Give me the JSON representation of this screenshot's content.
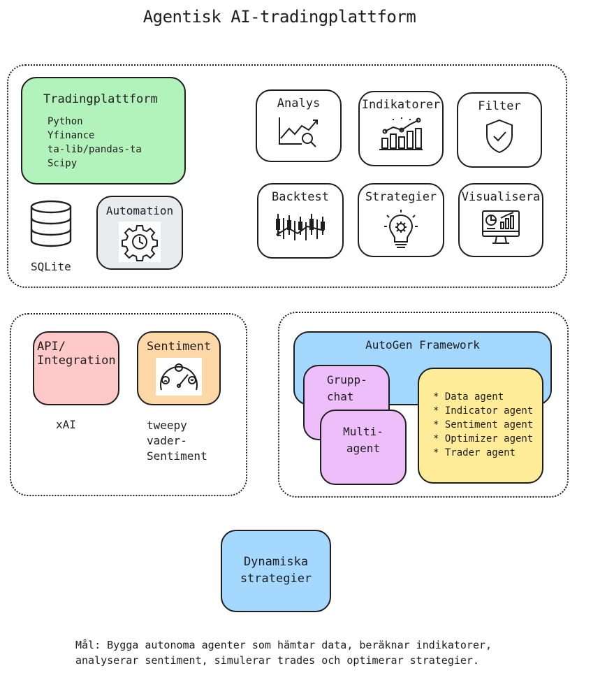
{
  "title": "Agentisk AI-tradingplattform",
  "platform": {
    "card_title": "Tradingplattform",
    "libs": [
      "Python",
      "Yfinance",
      "ta-lib/pandas-ta",
      "Scipy"
    ],
    "db_label": "SQLite",
    "automation_label": "Automation",
    "features": [
      {
        "label": "Analys",
        "icon": "chart-magnifier-icon"
      },
      {
        "label": "Indikatorer",
        "icon": "bar-chart-icon"
      },
      {
        "label": "Filter",
        "icon": "shield-check-icon"
      },
      {
        "label": "Backtest",
        "icon": "candlestick-icon"
      },
      {
        "label": "Strategier",
        "icon": "lightbulb-gear-icon"
      },
      {
        "label": "Visualisera",
        "icon": "monitor-dashboard-icon"
      }
    ]
  },
  "integration": {
    "api_label_1": "API/",
    "api_label_2": "Integration",
    "api_caption": "xAI",
    "sentiment_label": "Sentiment",
    "sentiment_caption": [
      "tweepy",
      "vader-",
      "Sentiment"
    ]
  },
  "autogen": {
    "framework_label": "AutoGen Framework",
    "groupchat": [
      "Grupp-",
      "chat"
    ],
    "multiagent": [
      "Multi-",
      "agent"
    ],
    "agents": [
      "* Data agent",
      "* Indicator agent",
      "* Sentiment agent",
      "* Optimizer agent",
      "* Trader agent"
    ]
  },
  "result": [
    "Dynamiska",
    "strategier"
  ],
  "goal": [
    "Mål: Bygga autonoma agenter som hämtar data, beräknar indikatorer,",
    "analyserar sentiment, simulerar trades och optimerar strategier."
  ],
  "colors": {
    "green": "#b2f2bb",
    "grey": "#e9ecef",
    "red": "#ffc9c9",
    "orange": "#ffd8a8",
    "blue": "#a5d8ff",
    "purple": "#eebefa",
    "yellow": "#ffec99"
  }
}
